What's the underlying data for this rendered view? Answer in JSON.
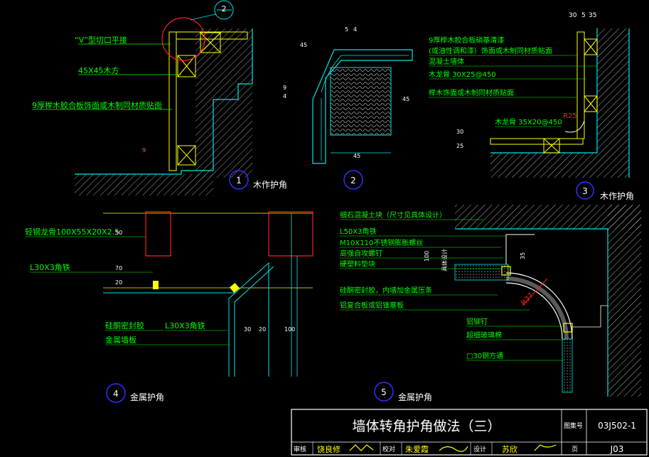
{
  "sheet": {
    "title": "墙体转角护角做法（三）",
    "atlas_label": "图集号",
    "atlas_no": "03J502-1",
    "page_label": "页",
    "page_no": "J03",
    "review_label": "审核",
    "reviewer": "饶良修",
    "check_label": "校对",
    "checker": "朱爱霞",
    "design_label": "设计",
    "designer": "苏欣"
  },
  "details": {
    "d1": {
      "no": "1",
      "caption": "木作护角",
      "callout": "2",
      "notes": [
        "“V”型切口平接",
        "45X45木方",
        "9厚榉木胶合板饰面或木制同材质贴面"
      ],
      "dim": "9"
    },
    "d2": {
      "no": "2",
      "dims": [
        "5",
        "4",
        "45",
        "45",
        "45",
        "9",
        "4"
      ]
    },
    "d3": {
      "no": "3",
      "caption": "木作护角",
      "notes": [
        "9厚榉木胶合板硝基清漆",
        "(或油性调和漆）饰面或木制同材质贴面",
        "混凝土墙体",
        "木龙骨 30X25@450",
        "榉木饰面或木制同材质贴面",
        "木龙骨 35X20@450"
      ],
      "dims": [
        "30",
        "5",
        "35",
        "30",
        "25",
        "R25"
      ]
    },
    "d4": {
      "no": "4",
      "caption": "金属护角",
      "notes": [
        "轻钢龙骨100X55X20X2.5",
        "L30X3角铁",
        "硅酮密封胶",
        "金属墙板",
        "L30X3角铁"
      ],
      "dims": [
        "50",
        "70",
        "20",
        "30",
        "20",
        "100"
      ]
    },
    "d5": {
      "no": "5",
      "caption": "金属护角",
      "notes": [
        "细石混凝土块（尺寸见具体设计）",
        "L50X3角铁",
        "M10X110不锈钢膨胀螺丝",
        "高强自攻螺钉",
        "硬塑料垫块",
        "硅酮密封胶，内墙加金属压条",
        "铝复合板或铝锥塞板",
        "铝铆钉",
        "超细玻璃棉",
        "□30钢方通"
      ],
      "dims": [
        "R37",
        "35",
        "100",
        "具体设计"
      ]
    }
  },
  "colors": {
    "bg": "#000000",
    "line": "#00e5e5",
    "hatch": "#ffffff",
    "label": "#00ff00",
    "yellow": "#ffff00",
    "red": "#ff2020",
    "magenta": "#ff40ff",
    "blue": "#3030ff",
    "title": "#ffffff"
  }
}
